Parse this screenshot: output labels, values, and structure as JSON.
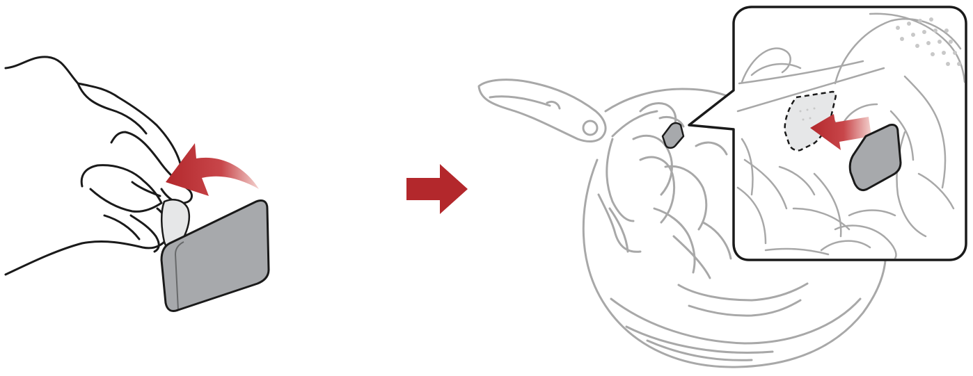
{
  "diagram": {
    "steps": [
      {
        "id": "peel-adhesive",
        "icon": "hand-peeling-pad-icon"
      },
      {
        "id": "next-step",
        "icon": "right-arrow-icon"
      },
      {
        "id": "attach-pad-in-helmet",
        "icon": "helmet-icon"
      }
    ],
    "colors": {
      "accent": "#b3282c",
      "accent_light": "#f3d2cf",
      "line_dark": "#1a1a1a",
      "line_light": "#a8a8a8",
      "pad_fill": "#a7a9ac",
      "liner_fill": "#e6e7e8",
      "background": "#ffffff"
    }
  }
}
